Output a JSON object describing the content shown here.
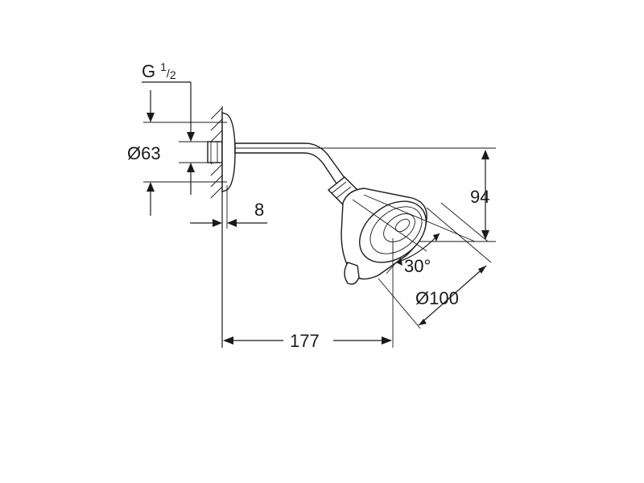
{
  "diagram": {
    "labels": {
      "thread": "G",
      "thread_num": "1",
      "thread_den": "2",
      "flange_diameter": "Ø63",
      "wall_offset": "8",
      "drop_height": "94",
      "spray_angle": "30°",
      "head_diameter": "Ø100",
      "projection": "177"
    }
  }
}
